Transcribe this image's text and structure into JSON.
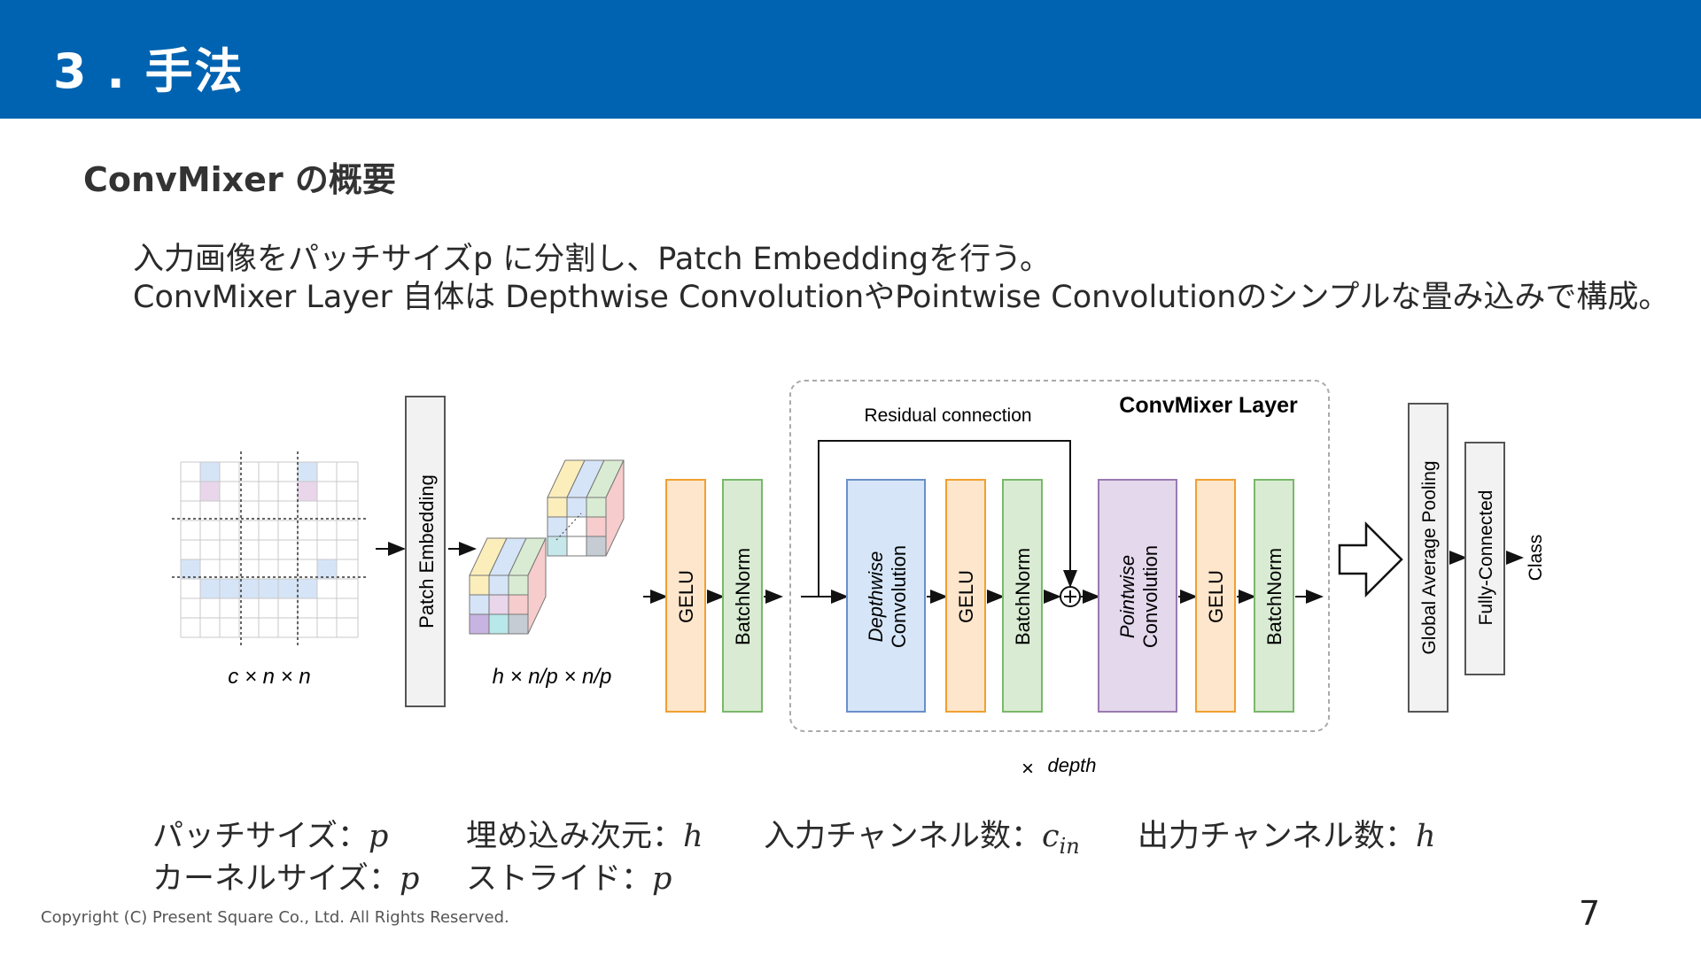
{
  "header": {
    "title": "3 . 手法"
  },
  "subtitle": "ConvMixer の概要",
  "description": {
    "line1": "入力画像をパッチサイズp に分割し、Patch Embeddingを行う。",
    "line2": "ConvMixer Layer 自体は Depthwise ConvolutionやPointwise Convolutionのシンプルな畳み込みで構成。"
  },
  "diagram": {
    "input_dims": "c × n × n",
    "patch_embedding": "Patch Embedding",
    "embed_dims": "h × n/p × n/p",
    "gelu": "GELU",
    "batchnorm": "BatchNorm",
    "layer_title": "ConvMixer Layer",
    "residual": "Residual connection",
    "depthwise_1": "Depthwise",
    "depthwise_2": "Convolution",
    "pointwise_1": "Pointwise",
    "pointwise_2": "Convolution",
    "times": "×",
    "depth": "depth",
    "gap": "Global Average Pooling",
    "fc": "Fully-Connected",
    "class": "Class"
  },
  "legend": {
    "patch_size_label": "パッチサイズ：",
    "patch_size_var": "p",
    "embed_dim_label": "埋め込み次元：",
    "embed_dim_var": "h",
    "in_ch_label": "入力チャンネル数：",
    "in_ch_var": "c",
    "in_ch_sub": "in",
    "out_ch_label": "出力チャンネル数：",
    "out_ch_var": "h",
    "kernel_label": "カーネルサイズ：",
    "kernel_var": "p",
    "stride_label": "ストライド：",
    "stride_var": "p"
  },
  "footer": {
    "copyright": "Copyright (C) Present Square Co., Ltd. All Rights Reserved.",
    "page": "7"
  },
  "colors": {
    "header_bg": "#0063b1",
    "gelu_fill": "#fde6cc",
    "gelu_stroke": "#f0a030",
    "bn_fill": "#d9ecd3",
    "bn_stroke": "#7ab86a",
    "dw_fill": "#d6e6f8",
    "dw_stroke": "#6a8fc8",
    "pw_fill": "#e4d8ec",
    "pw_stroke": "#9a7ab0"
  }
}
